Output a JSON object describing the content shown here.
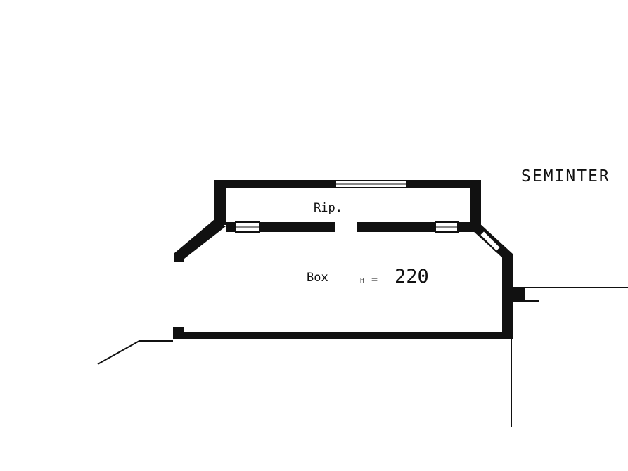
{
  "floor_plan": {
    "labels": {
      "storage": "Rip.",
      "box": "Box",
      "height_prefix": "H",
      "height_eq": "=",
      "height_value": "220",
      "floor_name": "SEMINTER"
    },
    "colors": {
      "wall": "#111111",
      "background": "#ffffff",
      "line": "#111111"
    }
  }
}
